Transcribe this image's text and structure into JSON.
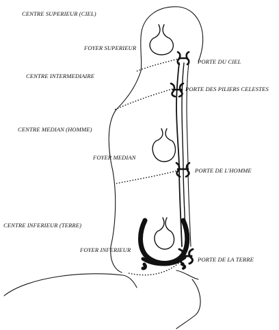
{
  "labels": {
    "centre_superieur": "CENTRE SUPERIEUR (CIEL)",
    "foyer_superieur": "FOYER SUPERIEUR",
    "porte_du_ciel": "PORTE DU CIEL",
    "centre_intermediaire": "CENTRE INTERMEDIAIRE",
    "porte_piliers": "PORTE DES PILIERS CELESTES",
    "centre_median": "CENTRE MEDIAN (HOMME)",
    "foyer_median": "FOYER MEDIAN",
    "porte_homme": "PORTE DE L'HOMME",
    "centre_inferieur": "CENTRE INFERIEUR (TERRE)",
    "foyer_inferieur": "FOYER INFERIEUR",
    "porte_terre": "PORTE DE LA TERRE"
  },
  "colors": {
    "ink": "#111111",
    "background": "#ffffff"
  }
}
